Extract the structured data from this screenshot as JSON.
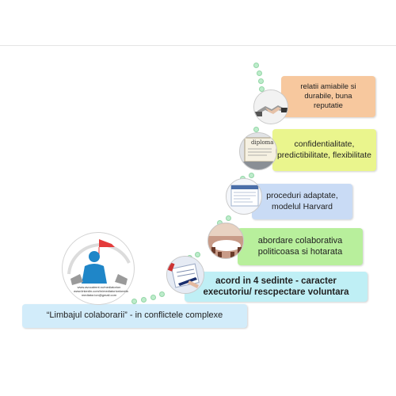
{
  "steps": [
    {
      "text": "relatii  amiabile si\ndurabile, buna\nreputatie"
    },
    {
      "text": "confidentialitate,\npredictibilitate, flexibilitate"
    },
    {
      "text": "proceduri adaptate,\nmodelul Harvard"
    },
    {
      "text": "abordare colaborativa\npoliticoasa si hotarata"
    },
    {
      "text": "acord in 4 sedinte - caracter\nexecutoriu/ rescpectare voluntara"
    }
  ],
  "base_label": "“Limbajul colaborarii” - in conflictele complexe",
  "image_icons": [
    "handshake-icon",
    "diploma-icon",
    "document-icon",
    "meeting-room-icon",
    "signing-contract-icon"
  ],
  "diploma_label": "diploma",
  "logo": {
    "lines": [
      "www.avocatmnt.ro/mediatorion",
      "www.linkedin.com/in/mediatorionlonela",
      "mediator.ion@gmail.com"
    ]
  },
  "colors": {
    "box1": "#f7c89e",
    "box2": "#eaf58d",
    "box3": "#c9dbf5",
    "box4": "#b8ef9c",
    "box5": "#bfeff5",
    "base": "#d2ecfa",
    "dots": "#bdeccb",
    "person": "#1f86c8",
    "flag": "#e43b3b"
  }
}
